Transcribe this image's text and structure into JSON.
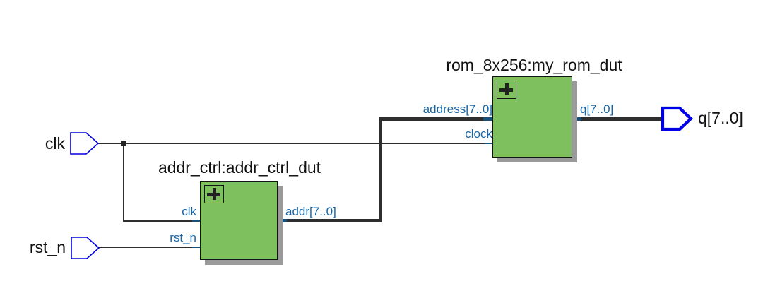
{
  "diagram": {
    "type": "rtl-schematic",
    "pins": [
      {
        "label": "clk",
        "direction": "input"
      },
      {
        "label": "rst_n",
        "direction": "input"
      },
      {
        "label": "q[7..0]",
        "direction": "output"
      }
    ],
    "blocks": [
      {
        "title": "addr_ctrl:addr_ctrl_dut",
        "expand_icon": "plus",
        "input_ports": [
          {
            "label": "clk"
          },
          {
            "label": "rst_n"
          }
        ],
        "output_ports": [
          {
            "label": "addr[7..0]"
          }
        ]
      },
      {
        "title": "rom_8x256:my_rom_dut",
        "expand_icon": "plus",
        "input_ports": [
          {
            "label": "address[7..0]"
          },
          {
            "label": "clock"
          }
        ],
        "output_ports": [
          {
            "label": "q[7..0]"
          }
        ]
      }
    ],
    "colors": {
      "block_fill": "#7EC05E",
      "block_border": "#141414",
      "block_shadow": "#9A9A9A",
      "port_label": "#1566A8",
      "bus_stub": "#14507A",
      "wire": "#2E2E2E",
      "pin_outline": "#0000DD",
      "text": "#111111"
    }
  }
}
